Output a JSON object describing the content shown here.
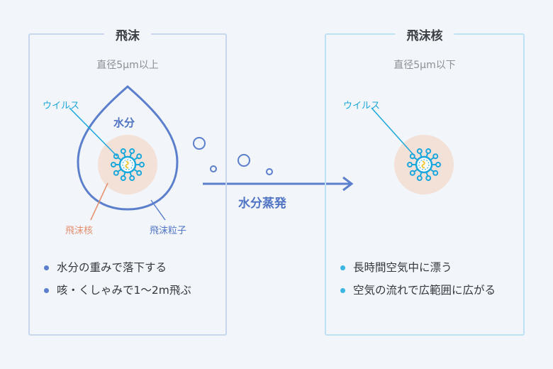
{
  "left_panel": {
    "title": "飛沫",
    "subtitle": "直径5μm以上",
    "labels": {
      "virus": "ウイルス",
      "water": "水分",
      "nucleus": "飛沫核",
      "particle": "飛沫粒子"
    },
    "bullets": [
      "水分の重みで落下する",
      "咳・くしゃみで1〜2m飛ぶ"
    ]
  },
  "right_panel": {
    "title": "飛沫核",
    "subtitle": "直径5μm以下",
    "labels": {
      "virus": "ウイルス"
    },
    "bullets": [
      "長時間空気中に漂う",
      "空気の流れで広範囲に広がる"
    ]
  },
  "arrow": {
    "label": "水分蒸発"
  },
  "colors": {
    "droplet_stroke": "#5b7fcc",
    "nucleus_fill": "#f3e1d8",
    "virus": "#1aa7dc",
    "virus_core": "#f0c63a",
    "panel_left_border": "#c8d6ef",
    "panel_right_border": "#bfe1f5"
  }
}
